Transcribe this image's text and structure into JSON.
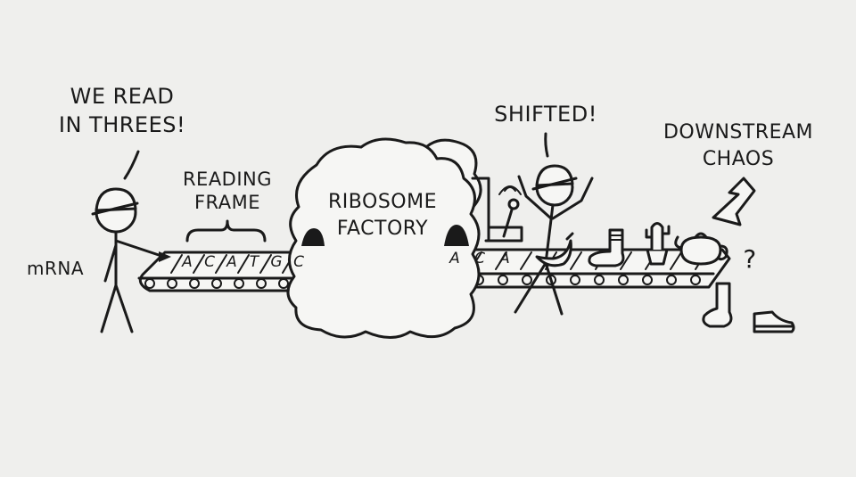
{
  "labels": {
    "we_read": [
      "WE READ",
      "IN THREES!"
    ],
    "reading_frame": [
      "READING",
      "FRAME"
    ],
    "ribosome": [
      "RIBOSOME",
      "FACTORY"
    ],
    "shifted": "SHIFTED!",
    "downstream": [
      "DOWNSTREAM",
      "CHAOS"
    ],
    "mrna": "mRNA",
    "question": "?"
  },
  "input_bases": [
    "A",
    "C",
    "A",
    "T",
    "G",
    "C"
  ],
  "output_bases": [
    "A",
    "C",
    "A"
  ],
  "output_items": [
    "banana-icon",
    "sock-icon",
    "cactus-icon",
    "teapot-icon"
  ],
  "fallen_items": [
    "sock-icon",
    "shoe-icon"
  ],
  "colors": {
    "ink": "#1a1a1a",
    "paper": "#efefed"
  }
}
